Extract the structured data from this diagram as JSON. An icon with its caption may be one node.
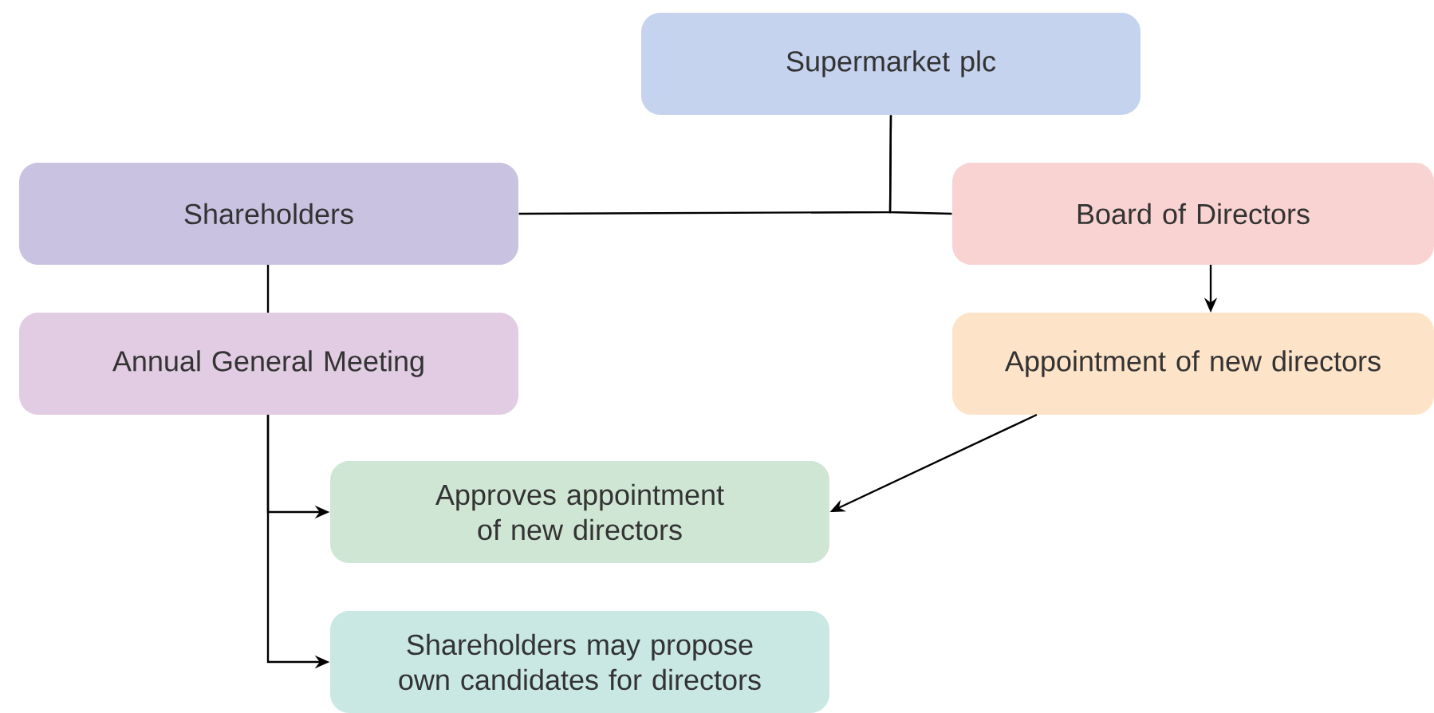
{
  "diagram": {
    "nodes": [
      {
        "text": [
          "Supermarket plc"
        ]
      },
      {
        "text": [
          "Shareholders"
        ]
      },
      {
        "text": [
          "Board of Directors"
        ]
      },
      {
        "text": [
          "Annual General Meeting"
        ]
      },
      {
        "text": [
          "Appointment of new directors"
        ]
      },
      {
        "text": [
          "Approves appointment of new directors"
        ]
      },
      {
        "text": [
          "Shareholders may propose own candidates for directors"
        ]
      }
    ],
    "edges": [
      {
        "from": 0,
        "to": 1,
        "arrow": "none"
      },
      {
        "from": 0,
        "to": 2,
        "arrow": "none"
      },
      {
        "from": 1,
        "to": 3,
        "arrow": "none"
      },
      {
        "from": 2,
        "to": 4,
        "arrow": "to"
      },
      {
        "from": 4,
        "to": 5,
        "arrow": "to"
      },
      {
        "from": 3,
        "to": 5,
        "arrow": "to"
      },
      {
        "from": 3,
        "to": 6,
        "arrow": "to"
      }
    ]
  }
}
